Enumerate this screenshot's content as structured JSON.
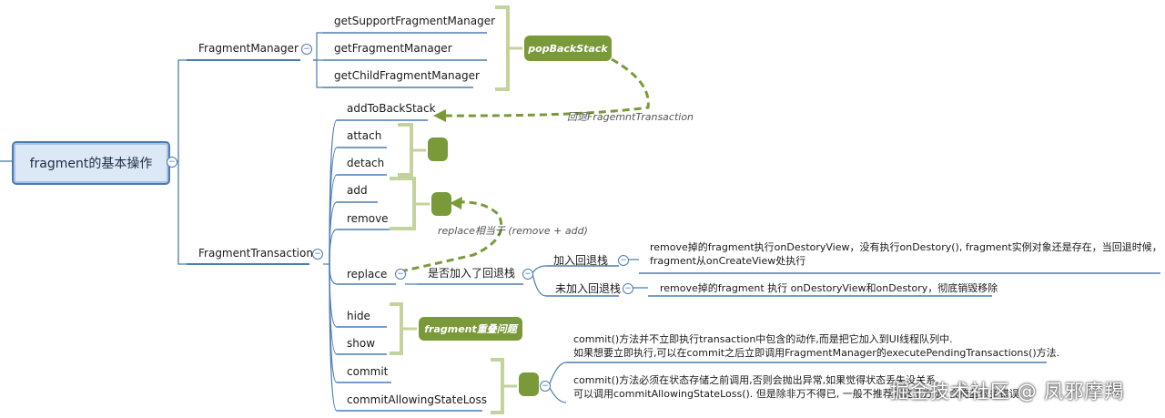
{
  "root": {
    "label": "fragment的基本操作"
  },
  "fragment_manager": {
    "label": "FragmentManager",
    "children": [
      "getSupportFragmentManager",
      "getFragmentManager",
      "getChildFragmentManager"
    ],
    "callout": "popBackStack"
  },
  "fragment_transaction": {
    "label": "FragmentTransaction",
    "children": [
      "addToBackStack",
      "attach",
      "detach",
      "add",
      "remove",
      "replace",
      "hide",
      "show",
      "commit",
      "commitAllowingStateLoss"
    ]
  },
  "annotations": {
    "pop_note": "回退FragemntTransaction",
    "replace_note": "replace相当于 (remove + add)",
    "overlap_badge": "fragment重叠问题"
  },
  "replace_detail": {
    "question": "是否加入了回退栈",
    "added_label": "加入回退栈",
    "added_text_1": "remove掉的fragment执行onDestoryView，没有执行onDestory(), fragment实例对象还是存在，当回退时候，",
    "added_text_2": "fragment从onCreateView处执行",
    "not_added_label": "未加入回退栈",
    "not_added_text": "remove掉的fragment 执行 onDestoryView和onDestory，彻底销毁移除"
  },
  "commit_notes": {
    "note1_line1": "commit()方法并不立即执行transaction中包含的动作,而是把它加入到UI线程队列中.",
    "note1_line2": "如果想要立即执行,可以在commit之后立即调用FragmentManager的executePendingTransactions()方法.",
    "note2_line1": "commit()方法必须在状态存储之前调用,否则会抛出异常,如果觉得状态丢失没关系,",
    "note2_line2": "可以调用commitAllowingStateLoss(). 但是除非万不得已, 一般不推荐用这个方法, 会掩盖很多错误."
  },
  "watermark": "掘金技术社区 @ 凤邪摩羯",
  "colors": {
    "branch": "#4b7bb5",
    "accent": "#7a9a3a",
    "bracket": "#c3d39b"
  }
}
